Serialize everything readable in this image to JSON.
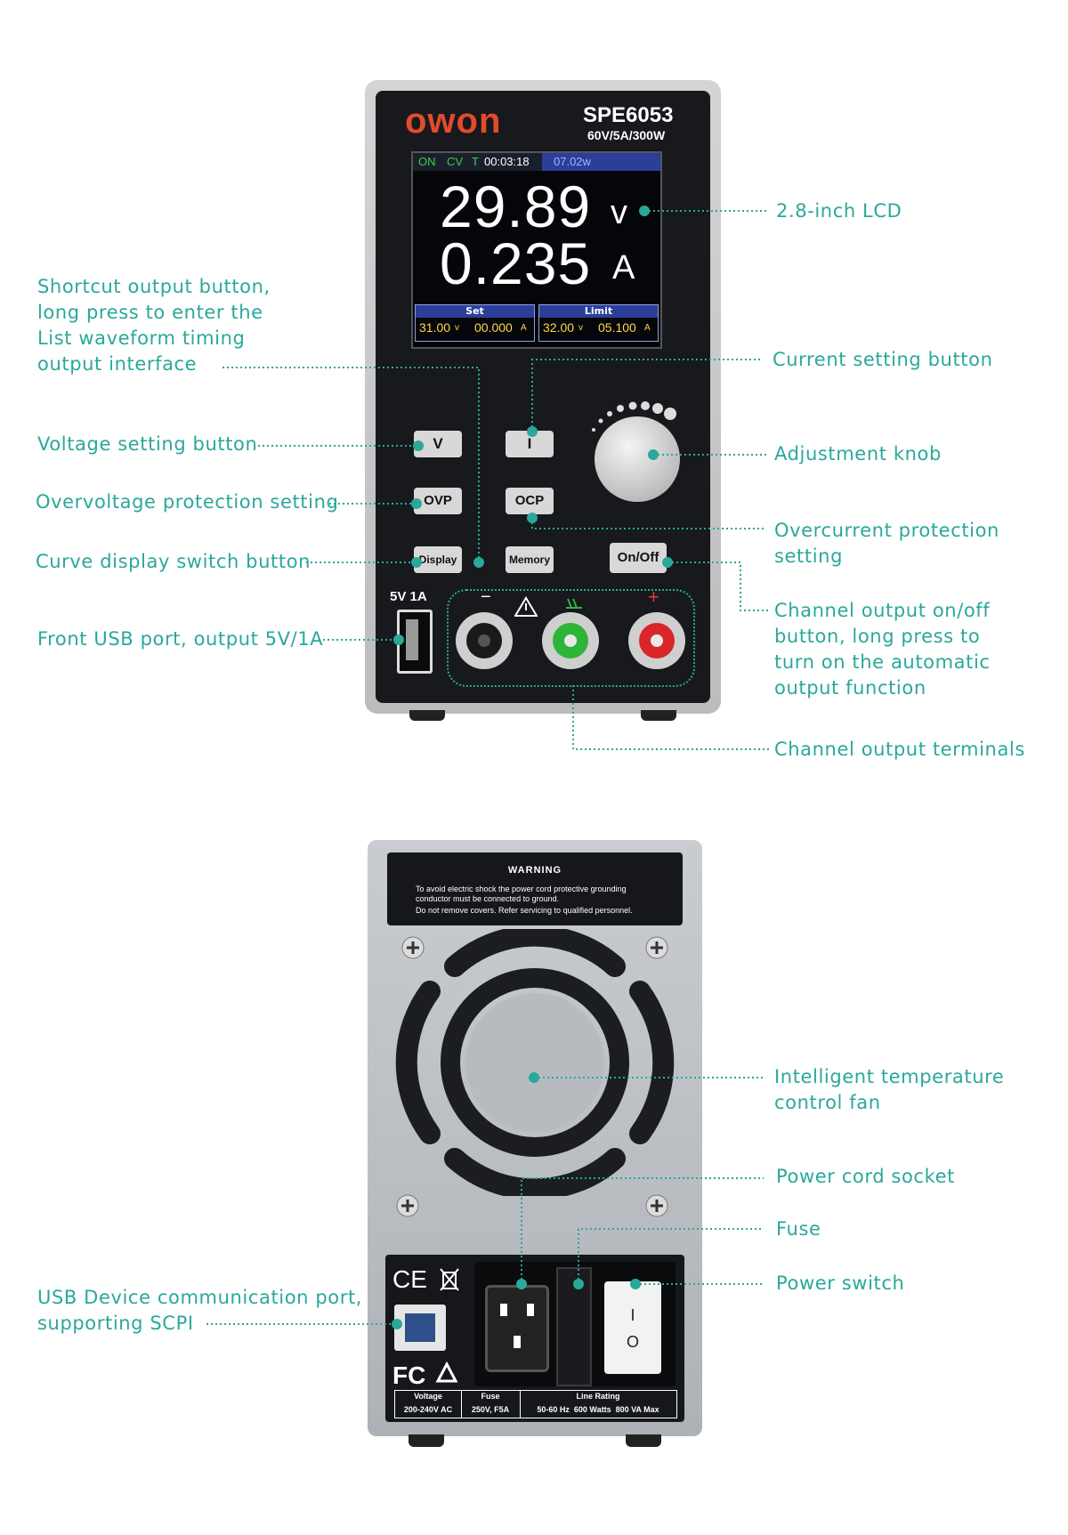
{
  "front": {
    "brand": "owon",
    "model": "SPE6053",
    "spec": "60V/5A/300W",
    "lcd": {
      "status_on": "ON",
      "status_cv": "CV",
      "status_t": "T",
      "timer": "00:03:18",
      "power": "07.02w",
      "voltage": "29.89",
      "voltage_unit": "v",
      "current": "0.235",
      "current_unit": "A",
      "set_label": "Set",
      "limit_label": "Limit",
      "set_voltage": "31.00",
      "set_current": "00.000",
      "limit_voltage": "32.00",
      "limit_current": "05.100",
      "v_unit": "v",
      "a_unit": "A"
    },
    "buttons": {
      "v": "V",
      "i": "I",
      "ovp": "OVP",
      "ocp": "OCP",
      "display": "Display",
      "memory": "Memory",
      "onoff": "On/Off"
    },
    "usb_label": "5V 1A",
    "terminal_minus": "−",
    "terminal_plus": "+"
  },
  "front_labels": {
    "lcd": [
      "2.8-inch LCD"
    ],
    "shortcut": [
      "Shortcut output button,",
      "long press to enter the",
      "List waveform timing",
      "output interface"
    ],
    "current_btn": [
      "Current setting button"
    ],
    "voltage_btn": [
      "Voltage setting button"
    ],
    "knob": [
      "Adjustment knob"
    ],
    "ovp": [
      "Overvoltage protection setting"
    ],
    "ocp": [
      "Overcurrent protection",
      "setting"
    ],
    "curve": [
      "Curve display switch button"
    ],
    "onoff": [
      "Channel output on/off",
      "button, long press to",
      "turn on the automatic",
      "output function"
    ],
    "usb": [
      "Front USB port, output 5V/1A"
    ],
    "terminals": [
      "Channel output terminals"
    ]
  },
  "rear": {
    "warning_title": "WARNING",
    "warning_lines": [
      "To avoid electric shock the power cord protective grounding",
      "conductor must be connected to ground.",
      "Do not remove covers. Refer servicing to qualified personnel."
    ],
    "ce_mark": "CE",
    "fc_mark": "FC",
    "switch_on": "I",
    "switch_off": "O",
    "rating_headers": [
      "Voltage",
      "Fuse",
      "Line Rating"
    ],
    "rating_values": [
      "200-240V AC",
      "250V, F5A",
      "50-60 Hz  600 Watts  800 VA Max"
    ]
  },
  "rear_labels": {
    "fan": [
      "Intelligent temperature",
      "control fan"
    ],
    "power_cord": [
      "Power cord socket"
    ],
    "fuse": [
      "Fuse"
    ],
    "power_switch": [
      "Power switch"
    ],
    "usb_device": [
      "USB Device communication port,",
      "supporting SCPI"
    ]
  },
  "colors": {
    "accent": "#2aa89a",
    "panel": "#17191d",
    "lcd_bg": "#05060a",
    "lcd_bar": "#2b3f9a",
    "button": "#d8d8d8",
    "terminal_red": "#d8262a",
    "terminal_green": "#2fb43a"
  }
}
